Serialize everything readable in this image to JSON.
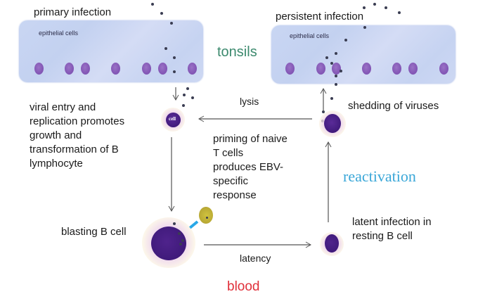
{
  "diagram": {
    "title_left": "primary infection",
    "title_right": "persistent infection",
    "epithelial_label_left": "epithelial cells",
    "epithelial_label_right": "epithelial cells",
    "tonsils_label": "tonsils",
    "blood_label": "blood",
    "reactivation_label": "reactivation",
    "cell_label": "cell",
    "viral_entry_text": "viral entry and\nreplication promotes\ngrowth and\ntransformation of B\nlymphocyte",
    "lysis_label": "lysis",
    "priming_text": "priming of naive\nT cells\nproduces EBV-\nspecific\nresponse",
    "shedding_label": "shedding of viruses",
    "blasting_label": "blasting B cell",
    "latency_label": "latency",
    "latent_text": "latent infection in\nresting B cell",
    "colors": {
      "tonsils": "#3c8a6e",
      "reactivation": "#3aa7d8",
      "blood": "#e0303a",
      "cell_nucleus": "#3f1a7a",
      "epithelium": "#c9d6f3",
      "t_cell": "#c6b83a"
    }
  }
}
